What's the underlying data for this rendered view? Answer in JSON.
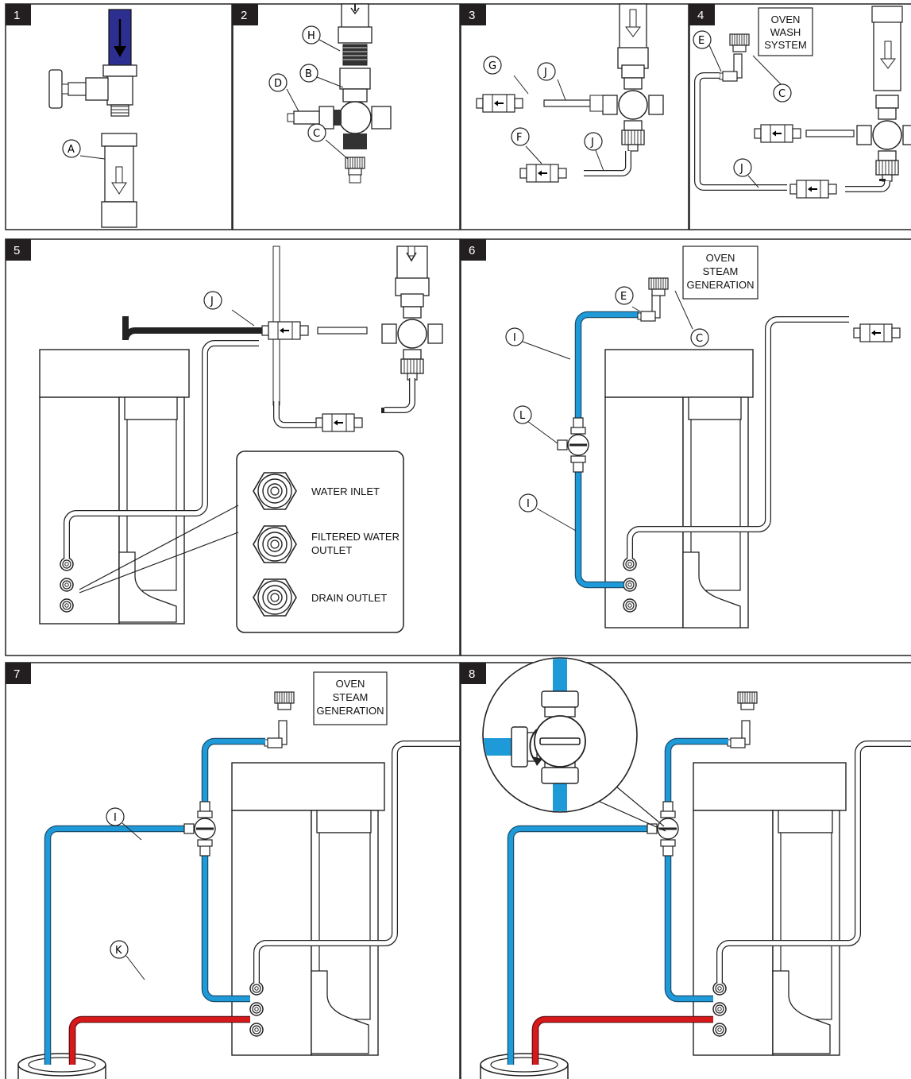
{
  "panels": [
    {
      "number": "1"
    },
    {
      "number": "2"
    },
    {
      "number": "3"
    },
    {
      "number": "4"
    },
    {
      "number": "5"
    },
    {
      "number": "6"
    },
    {
      "number": "7"
    },
    {
      "number": "8"
    }
  ],
  "callouts": {
    "A": "A",
    "B": "B",
    "C": "C",
    "D": "D",
    "E": "E",
    "F": "F",
    "G": "G",
    "H": "H",
    "I": "I",
    "J": "J",
    "K": "K",
    "L": "L"
  },
  "boxes": {
    "oven_wash": [
      "OVEN",
      "WASH",
      "SYSTEM"
    ],
    "oven_steam": [
      "OVEN",
      "STEAM",
      "GENERATION"
    ]
  },
  "legend": {
    "water_inlet": "WATER INLET",
    "filtered_outlet": [
      "FILTERED WATER",
      "OUTLET"
    ],
    "drain_outlet": "DRAIN OUTLET"
  },
  "colors": {
    "supply_tube": "#1f9ad9",
    "drain_tube": "#d7191c",
    "inlet_arrow_block": "#2c2f8f",
    "tube_outline": "#333333",
    "white_tube": "#ffffff"
  }
}
